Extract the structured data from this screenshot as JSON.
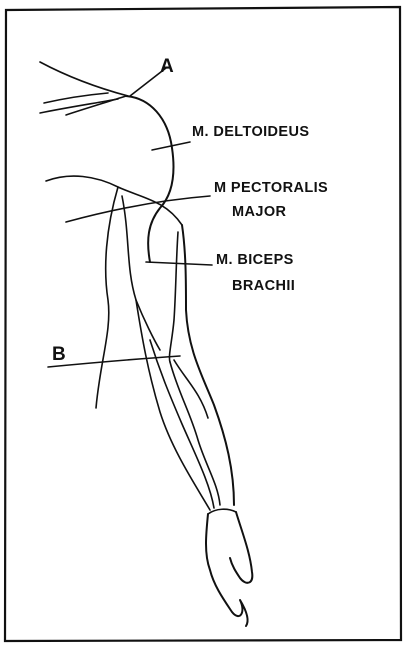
{
  "labels": {
    "a": "A",
    "b": "B",
    "deltoideus": "M. DELTOIDEUS",
    "pectoralis_line1": "M PECTORALIS",
    "pectoralis_line2": "MAJOR",
    "biceps_line1": "M. BICEPS",
    "biceps_line2": "BRACHII"
  }
}
